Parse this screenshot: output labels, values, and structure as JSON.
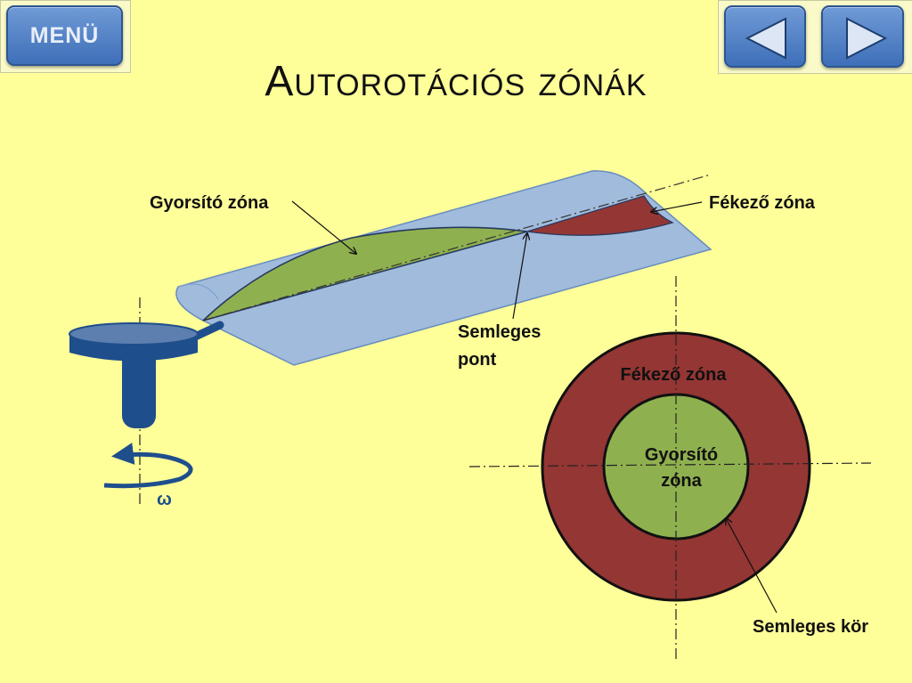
{
  "nav": {
    "menu_label": "MENÜ",
    "prev_icon": "triangle-left-icon",
    "next_icon": "triangle-right-icon"
  },
  "title": "Autorotációs zónák",
  "blade": {
    "accelerating_label": "Gyorsító zóna",
    "braking_label": "Fékező zóna",
    "neutral_point_line1": "Semleges",
    "neutral_point_line2": "pont",
    "omega_label": "ω"
  },
  "disk": {
    "braking_label": "Fékező zóna",
    "accelerating_line1": "Gyorsító",
    "accelerating_line2": "zóna",
    "neutral_circle_label": "Semleges kör"
  },
  "colors": {
    "background": "#ffff99",
    "blade": "#9db8e0",
    "accelerating": "#8fb04f",
    "braking": "#943634",
    "hub": "#1f4e8c"
  }
}
